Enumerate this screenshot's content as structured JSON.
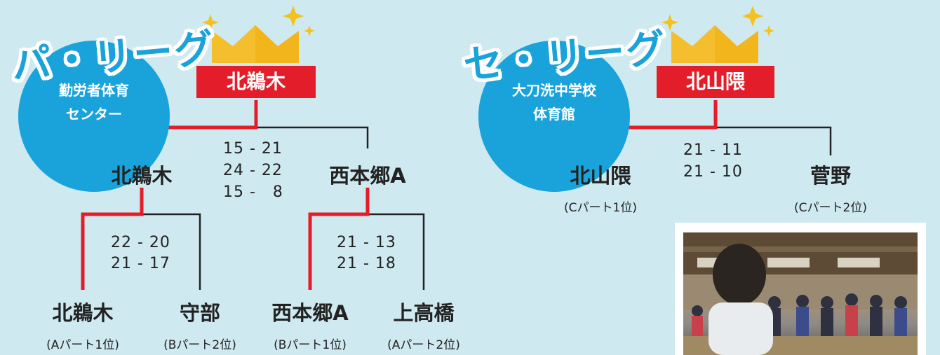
{
  "pa_league": {
    "title": "パ・リーグ",
    "venue_line1": "勤労者体育",
    "venue_line2": "センター",
    "champion": "北鵜木",
    "final": {
      "left_team": "北鵜木",
      "right_team": "西本郷A",
      "scores": [
        "15 - 21",
        "24 - 22",
        "15 -   8"
      ]
    },
    "semi_left": {
      "scores": [
        "22 - 20",
        "21 - 17"
      ],
      "team_a": {
        "name": "北鵜木",
        "rank": "(Aパート1位)"
      },
      "team_b": {
        "name": "守部",
        "rank": "(Bパート2位)"
      }
    },
    "semi_right": {
      "scores": [
        "21 - 13",
        "21 - 18"
      ],
      "team_a": {
        "name": "西本郷A",
        "rank": "(Bパート1位)"
      },
      "team_b": {
        "name": "上高橋",
        "rank": "(Aパート2位)"
      }
    }
  },
  "se_league": {
    "title": "セ・リーグ",
    "venue_line1": "大刀洗中学校",
    "venue_line2": "体育館",
    "champion": "北山隈",
    "final": {
      "scores": [
        "21 - 11",
        "21 - 10"
      ],
      "team_a": {
        "name": "北山隈",
        "rank": "(Cパート1位)"
      },
      "team_b": {
        "name": "菅野",
        "rank": "(Cパート2位)"
      }
    }
  },
  "colors": {
    "background": "#cfe9f0",
    "accent_blue": "#1aa3db",
    "winner_red": "#e31e2a",
    "crown_gold": "#f2b51c"
  }
}
